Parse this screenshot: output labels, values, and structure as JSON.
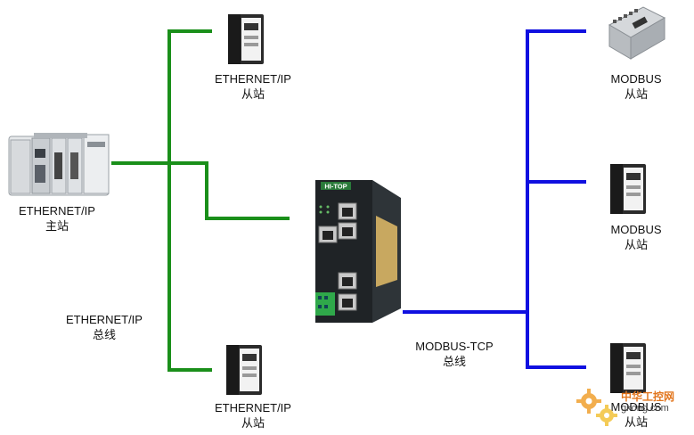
{
  "master": {
    "line1": "ETHERNET/IP",
    "line2": "主站"
  },
  "eip_slave_top": {
    "line1": "ETHERNET/IP",
    "line2": "从站"
  },
  "eip_slave_bottom": {
    "line1": "ETHERNET/IP",
    "line2": "从站"
  },
  "eip_bus": {
    "line1": "ETHERNET/IP",
    "line2": "总线"
  },
  "modbus_tcp_bus": {
    "line1": "MODBUS-TCP",
    "line2": "总线"
  },
  "modbus_slave_top": {
    "line1": "MODBUS",
    "line2": "从站"
  },
  "modbus_slave_middle": {
    "line1": "MODBUS",
    "line2": "从站"
  },
  "modbus_slave_bottom": {
    "line1": "MODBUS",
    "line2": "从站"
  },
  "gateway": {
    "brand": "HI-TOP"
  },
  "watermark": {
    "brand": "中华工控网",
    "site": "gkong.com"
  },
  "colors": {
    "ethernet_ip_line": "#1a8f1a",
    "modbus_line": "#1010e0"
  }
}
